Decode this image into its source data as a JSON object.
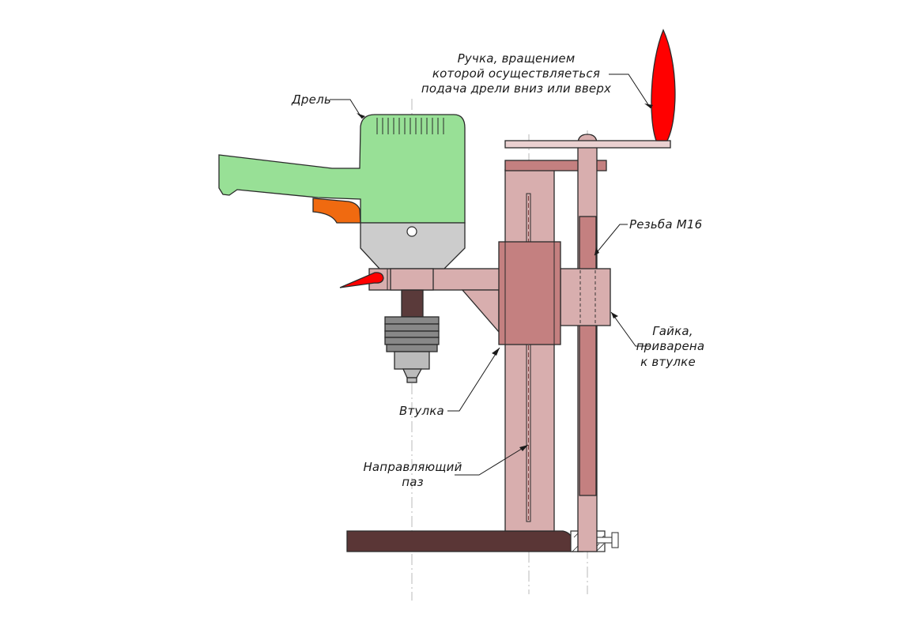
{
  "labels": {
    "drill": "Дрель",
    "handle_line1": "Ручка, вращением",
    "handle_line2": "которой осуществляеться",
    "handle_line3": "подача дрели вниз или вверх",
    "thread": "Резьба М16",
    "nut_line1": "Гайка,",
    "nut_line2": "приварена",
    "nut_line3": "к втулке",
    "sleeve": "Втулка",
    "groove_line1": "Направляющий",
    "groove_line2": "паз"
  },
  "colors": {
    "drill_body": "#98e096",
    "drill_head": "#cccccc",
    "trigger": "#f06a10",
    "red_handle": "#ff0000",
    "column": "#d8aeae",
    "sleeve": "#c48080",
    "base": "#5a3636",
    "chuck": "#888888",
    "spindle": "#5a3a3a"
  }
}
